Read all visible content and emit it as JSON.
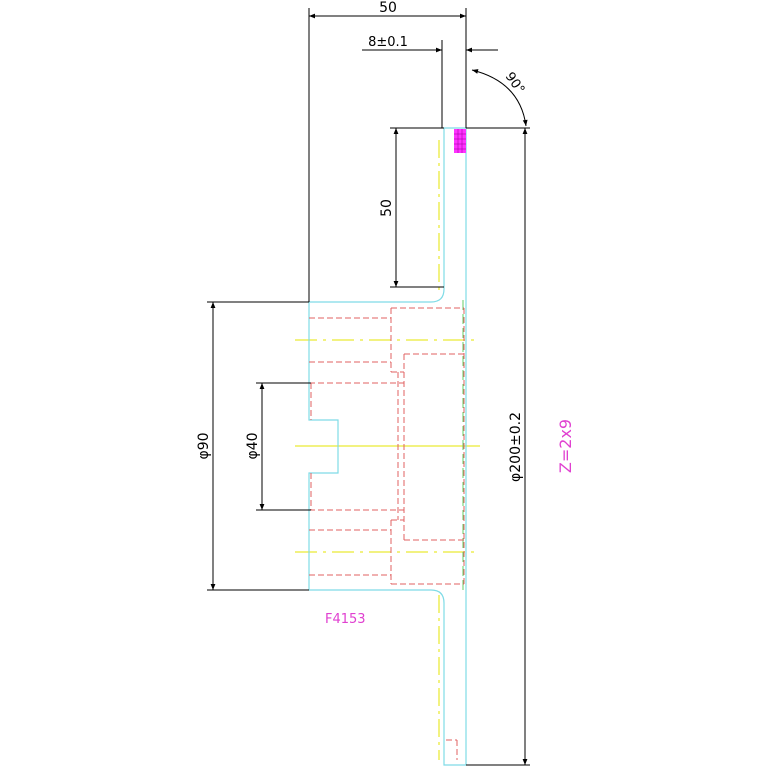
{
  "dimensions": {
    "top_width": "50",
    "thickness": "8±0.1",
    "angle": "90",
    "angle_unit": "°",
    "hub_height": "50",
    "outer_diameter": "φ200±0.2",
    "bore_90": "φ90",
    "bore_40": "φ40"
  },
  "labels": {
    "part_code": "F4153",
    "gear_spec": "Z=2x9"
  },
  "colors": {
    "dimension": "#000000",
    "outline": "#7fdbe6",
    "hidden": "#e06060",
    "center": "#e6e600",
    "green": "#66cc66",
    "annotation": "#e040d0",
    "hatch": "#ff33ff"
  }
}
